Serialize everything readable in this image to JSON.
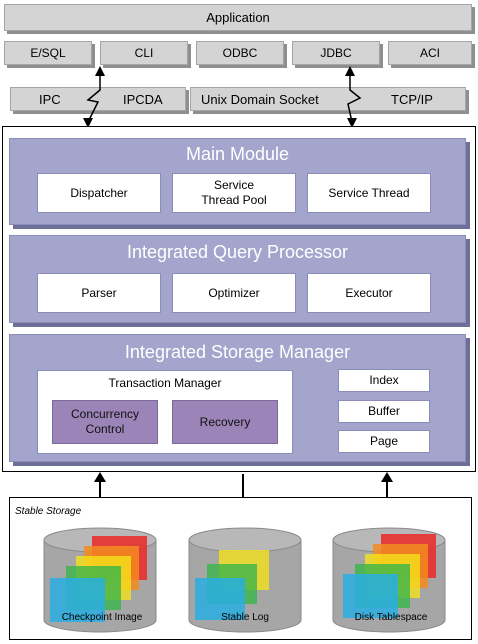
{
  "application": "Application",
  "interfaces": [
    "E/SQL",
    "CLI",
    "ODBC",
    "JDBC",
    "ACI"
  ],
  "protocols": {
    "ipc": "IPC",
    "ipcda": "IPCDA",
    "unix_socket": "Unix Domain Socket",
    "tcpip": "TCP/IP"
  },
  "main_module": {
    "title": "Main Module",
    "items": [
      "Dispatcher",
      "Service Thread Pool",
      "Service Thread"
    ]
  },
  "query_processor": {
    "title": "Integrated Query Processor",
    "items": [
      "Parser",
      "Optimizer",
      "Executor"
    ]
  },
  "storage_manager": {
    "title": "Integrated Storage Manager",
    "transaction_manager": "Transaction Manager",
    "concurrency_control": "Concurrency Control",
    "recovery": "Recovery",
    "side_items": [
      "Index",
      "Buffer",
      "Page"
    ]
  },
  "stable_storage": {
    "label": "Stable Storage",
    "cylinders": [
      "Checkpoint Image",
      "Stable Log",
      "Disk Tablespace"
    ]
  },
  "colors": {
    "layer": "#a3a5cc",
    "gray_bar": "#d4d4d4",
    "purple_box": "#9b84b8"
  }
}
